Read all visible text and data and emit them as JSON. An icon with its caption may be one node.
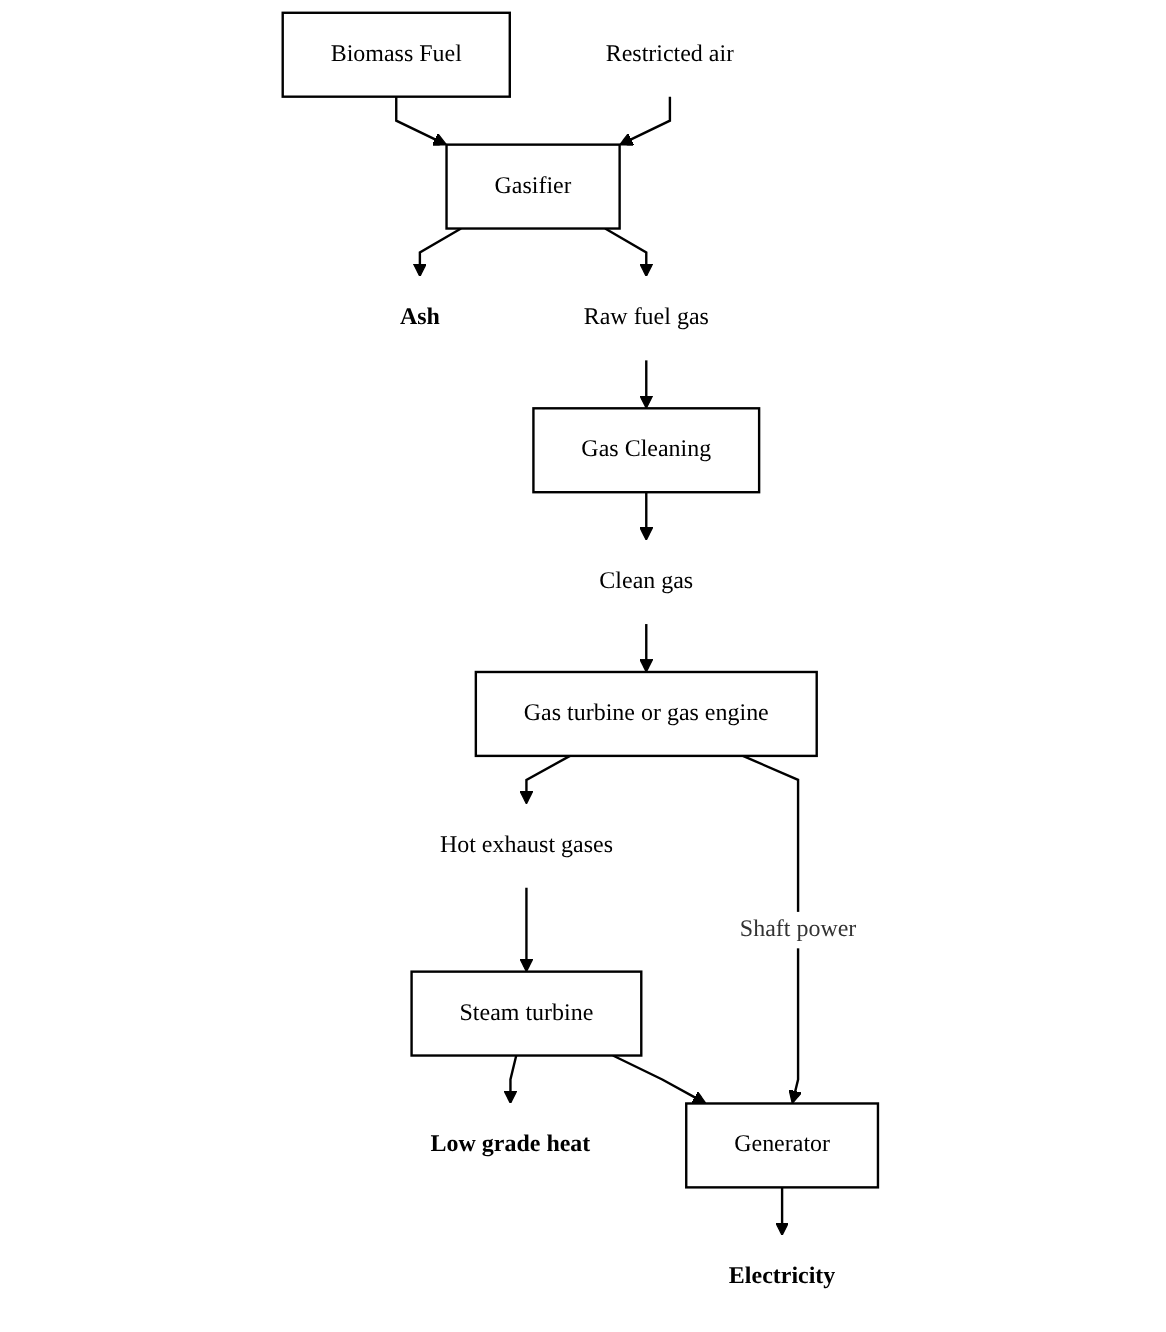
{
  "diagram": {
    "nodes": [
      {
        "text": [
          "Biomass Fuel"
        ]
      },
      {
        "text": [
          "Restricted air"
        ]
      },
      {
        "text": [
          "Gasifier"
        ]
      },
      {
        "text": [
          "Ash"
        ]
      },
      {
        "text": [
          "Raw fuel gas"
        ]
      },
      {
        "text": [
          "Gas Cleaning"
        ]
      },
      {
        "text": [
          "Clean gas"
        ]
      },
      {
        "text": [
          "Gas turbine or gas engine"
        ]
      },
      {
        "text": [
          "Hot exhaust gases"
        ]
      },
      {
        "text": [
          "Steam turbine"
        ]
      },
      {
        "text": [
          "Low grade heat"
        ]
      },
      {
        "text": [
          "Generator"
        ]
      },
      {
        "text": [
          "Electricity"
        ]
      }
    ],
    "edges": [
      {
        "from": 0,
        "to": 2,
        "arrow": "to"
      },
      {
        "from": 1,
        "to": 2,
        "arrow": "to"
      },
      {
        "from": 2,
        "to": 3,
        "arrow": "to"
      },
      {
        "from": 2,
        "to": 4,
        "arrow": "to"
      },
      {
        "from": 4,
        "to": 5,
        "arrow": "to"
      },
      {
        "from": 5,
        "to": 6,
        "arrow": "to"
      },
      {
        "from": 6,
        "to": 7,
        "arrow": "to"
      },
      {
        "from": 7,
        "to": 8,
        "arrow": "to"
      },
      {
        "from": 7,
        "to": 11,
        "arrow": "to",
        "label": "Shaft power"
      },
      {
        "from": 8,
        "to": 9,
        "arrow": "to"
      },
      {
        "from": 9,
        "to": 10,
        "arrow": "to"
      },
      {
        "from": 9,
        "to": 11,
        "arrow": "to"
      },
      {
        "from": 11,
        "to": 12,
        "arrow": "to"
      }
    ]
  }
}
